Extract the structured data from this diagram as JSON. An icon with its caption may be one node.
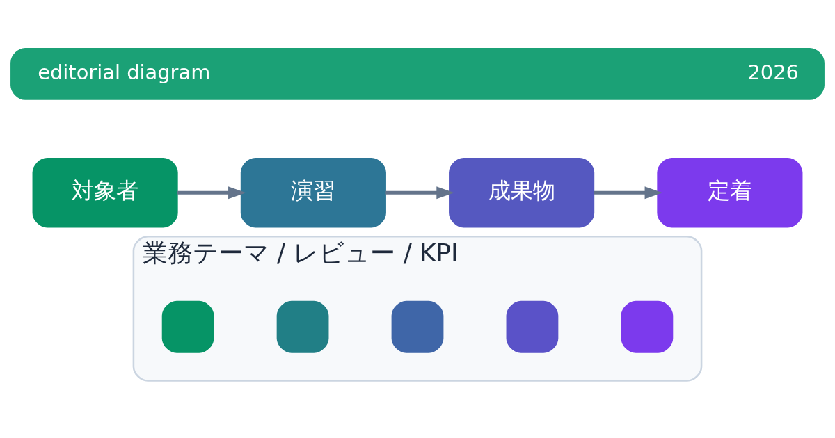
{
  "diagram": {
    "nodes": [
      {
        "text": [
          "editorial diagram",
          "2026"
        ]
      },
      {
        "text": [
          "対象者"
        ]
      },
      {
        "text": [
          "演習"
        ]
      },
      {
        "text": [
          "成果物"
        ]
      },
      {
        "text": [
          "定着"
        ]
      },
      {
        "text": [
          "業務テーマ / レビュー / KPI"
        ]
      },
      {
        "text": [],
        "shape": "box",
        "in": 5
      },
      {
        "text": [],
        "shape": "box",
        "in": 5
      },
      {
        "text": [],
        "shape": "box",
        "in": 5
      },
      {
        "text": [],
        "shape": "box",
        "in": 5
      },
      {
        "text": [],
        "shape": "box",
        "in": 5
      }
    ],
    "edges": [
      {
        "from": 1,
        "to": 2,
        "arrow": "to"
      },
      {
        "from": 2,
        "to": 3,
        "arrow": "to"
      },
      {
        "from": 3,
        "to": 4,
        "arrow": "to"
      }
    ]
  }
}
